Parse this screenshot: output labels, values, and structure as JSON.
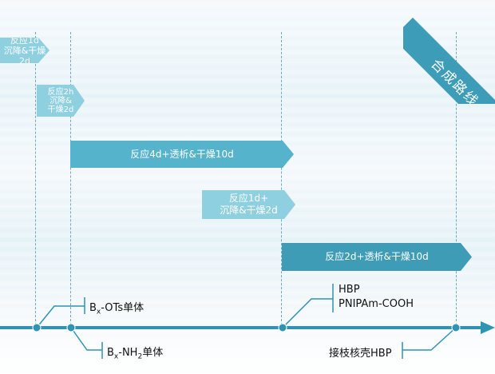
{
  "corner_title": "合成路线",
  "steps": {
    "s1": {
      "line1": "反应1d",
      "line2": "沉降&干燥2d"
    },
    "s2": {
      "line1": "反应2h",
      "line2": "沉降&",
      "line3": "干燥2d"
    },
    "s3": {
      "text": "反应4d+透析&干燥10d"
    },
    "s4": {
      "line1": "反应1d+",
      "line2": "沉降&干燥2d"
    },
    "s5": {
      "text": "反应2d+透析&干燥10d"
    }
  },
  "labels": {
    "bx_ots": {
      "b": "B",
      "sub": "x",
      "rest": "-OTs单体"
    },
    "bx_nh2": {
      "b": "B",
      "sub": "x",
      "mid": "-NH",
      "sub2": "2",
      "rest": "单体"
    },
    "hbp": "HBP",
    "pnipam": "PNIPAm-COOH",
    "graft": "接枝核壳HBP"
  },
  "colors": {
    "axis": "#2f93b3",
    "dashed": "#6fa9c4",
    "dark": "#3f9cb7",
    "mid": "#56b3cc",
    "light": "#8ecfe0"
  }
}
